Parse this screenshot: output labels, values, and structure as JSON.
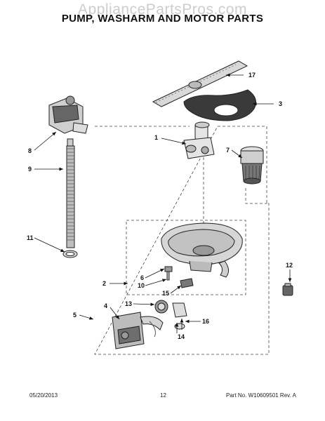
{
  "watermark": "AppliancePartsPros.com",
  "title": "PUMP, WASHARM AND MOTOR PARTS",
  "footer": {
    "date": "05/20/2013",
    "page_number": "12",
    "part_number": "Part No. W10609501  Rev. A"
  },
  "callouts": {
    "c1": "1",
    "c2": "2",
    "c3": "3",
    "c4": "4",
    "c5": "5",
    "c6": "6",
    "c7": "7",
    "c8": "8",
    "c9": "9",
    "c10": "10",
    "c11": "11",
    "c12": "12",
    "c13": "13",
    "c14": "14",
    "c15": "15",
    "c16": "16",
    "c17": "17"
  }
}
